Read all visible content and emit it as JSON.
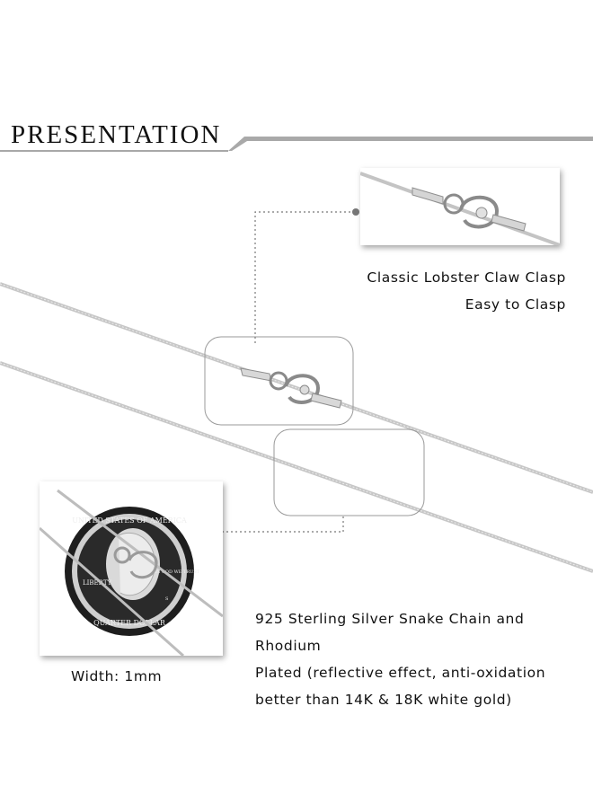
{
  "title": "PRESENTATION",
  "clasp_caption": {
    "line1": "Classic Lobster Claw Clasp",
    "line2": "Easy to Clasp"
  },
  "material_caption": {
    "line1": "925 Sterling Silver Snake Chain and Rhodium",
    "line2": "Plated (reflective effect, anti-oxidation",
    "line3": "better than 14K & 18K white gold)"
  },
  "width_caption": "Width: 1mm",
  "coin": {
    "top_text": "UNITED STATES OF AMERICA",
    "left_text": "LIBERTY",
    "right_text": "IN GOD WE TRUST",
    "bottom_text": "QUARTER DOLLAR",
    "mint_mark": "S"
  },
  "colors": {
    "chain": "#b9b9b9",
    "title_rule": "#9a9a9a",
    "dot": "#777777"
  }
}
